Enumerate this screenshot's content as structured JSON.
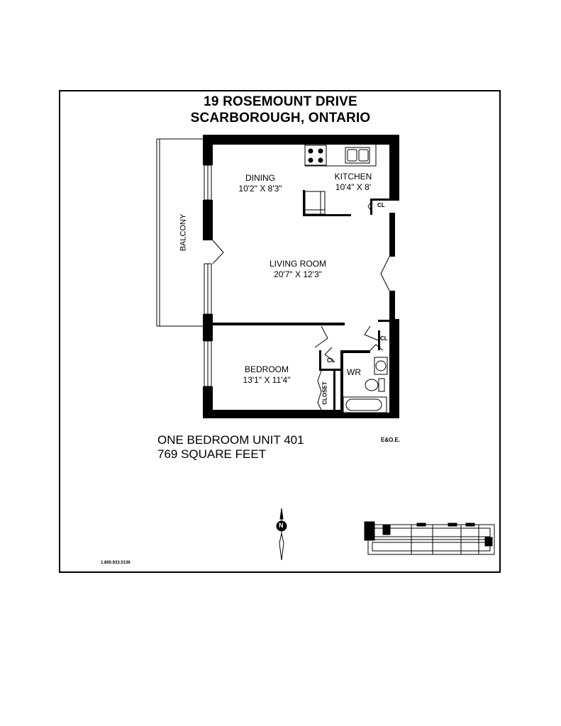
{
  "header": {
    "address_line1": "19 ROSEMOUNT DRIVE",
    "address_line2": "SCARBOROUGH, ONTARIO"
  },
  "rooms": {
    "dining": {
      "name": "DINING",
      "size": "10'2\" X 8'3\""
    },
    "kitchen": {
      "name": "KITCHEN",
      "size": "10'4\" X 8'"
    },
    "living": {
      "name": "LIVING ROOM",
      "size": "20'7\" X 12'3\""
    },
    "bedroom": {
      "name": "BEDROOM",
      "size": "13'1\" X 11'4\""
    },
    "balcony": "BALCONY",
    "closet_kitchen": "CL",
    "closet_hall": "CL",
    "closet_bed": "CL",
    "closet_bedroom": "CLOSET",
    "washroom": "WR"
  },
  "unit_info": {
    "unit": "ONE BEDROOM UNIT 401",
    "area": "769 SQUARE FEET"
  },
  "disclaimer": "E&O.E.",
  "phone": "1.800.933.5136",
  "compass": {
    "label": "N"
  },
  "colors": {
    "wall": "#000000",
    "background": "#ffffff"
  }
}
